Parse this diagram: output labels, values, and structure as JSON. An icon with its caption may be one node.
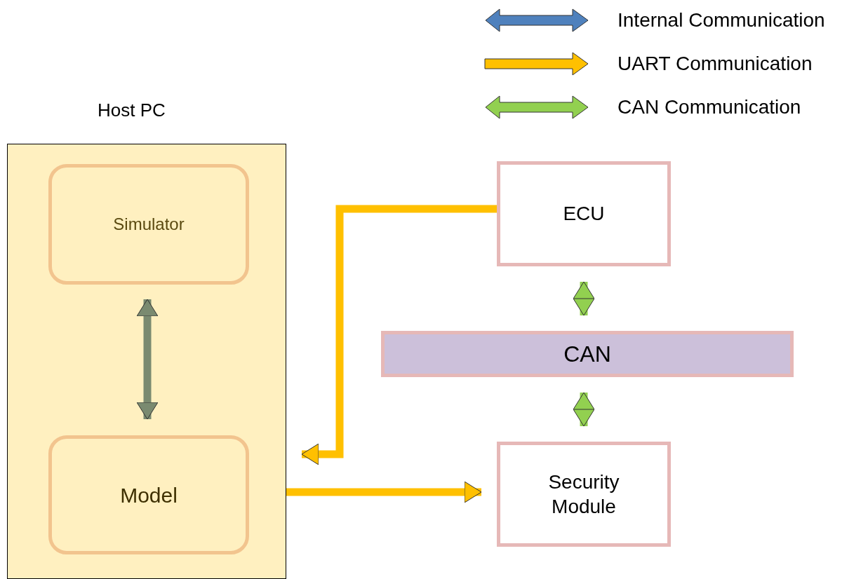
{
  "diagram": {
    "nodes": [
      {
        "text": [
          "Host PC"
        ]
      },
      {
        "text": [
          "Simulator"
        ],
        "in": 0
      },
      {
        "text": [
          "Model"
        ],
        "in": 0
      },
      {
        "text": [
          "ECU"
        ]
      },
      {
        "text": [
          "CAN"
        ]
      },
      {
        "text": [
          "Security Module"
        ]
      }
    ],
    "edges": [
      {
        "from": 1,
        "to": 2,
        "arrow": "both",
        "color": "#7a8a70"
      },
      {
        "from": 3,
        "to": 0,
        "arrow": "to",
        "color": "#ffc000"
      },
      {
        "from": 0,
        "to": 5,
        "arrow": "to",
        "color": "#ffc000"
      },
      {
        "from": 3,
        "to": 4,
        "arrow": "both",
        "color": "#92d050"
      },
      {
        "from": 4,
        "to": 5,
        "arrow": "both",
        "color": "#92d050"
      }
    ],
    "legend": [
      {
        "text": "Internal Communication",
        "color": "#4f81bd"
      },
      {
        "text": "UART Communication",
        "color": "#ffc000"
      },
      {
        "text": "CAN Communication",
        "color": "#92d050"
      }
    ]
  }
}
